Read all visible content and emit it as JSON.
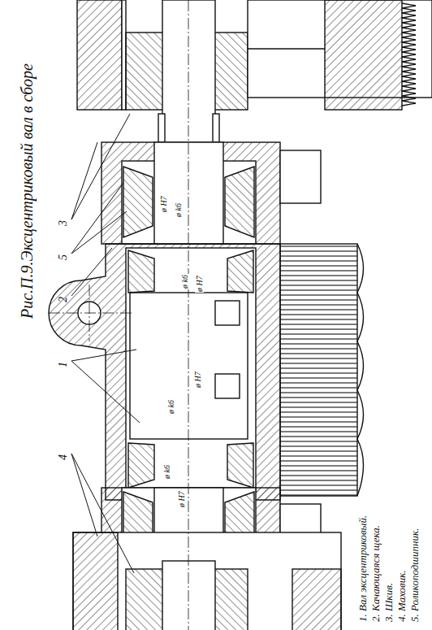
{
  "diagram": {
    "title": "Рис.П.9.Эксцентриковый вал в сборе",
    "labels": [
      "3",
      "5",
      "2",
      "1",
      "4",
      "ø H7",
      "ø k6",
      "ø k6",
      "ø H7",
      "ø H7",
      "ø k6",
      "ø k6",
      "ø H7",
      "1. Вал эксцентриковый.",
      "2. Качающаяся щека.",
      "3. Шкив.",
      "4. Маховик.",
      "5. Роликоподшипник."
    ]
  }
}
